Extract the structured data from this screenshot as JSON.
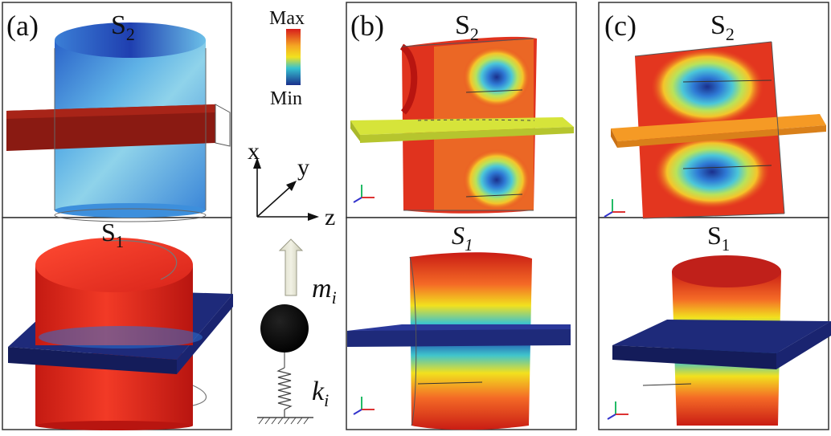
{
  "panels": {
    "a": {
      "label": "(a)",
      "top_title": "S",
      "top_sub": "2",
      "bottom_title": "S",
      "bottom_sub": "1"
    },
    "b": {
      "label": "(b)",
      "top_title": "S",
      "top_sub": "2",
      "bottom_title": "S",
      "bottom_sub": "1"
    },
    "c": {
      "label": "(c)",
      "top_title": "S",
      "top_sub": "2",
      "bottom_title": "S",
      "bottom_sub": "1"
    }
  },
  "colorbar": {
    "max_label": "Max",
    "min_label": "Min"
  },
  "axes": {
    "x": "x",
    "y": "y",
    "z": "z"
  },
  "oscillator": {
    "mass_label": "m",
    "mass_sub": "i",
    "spring_label": "k",
    "spring_sub": "i"
  },
  "colors": {
    "frame": "#333333",
    "low": "#1a2f8c",
    "mid": "#f2e11e",
    "high": "#d9261c",
    "plate_blue": "#1e2a7a",
    "plate_dark_red": "#8a1a12",
    "plate_yellow": "#d6e43a",
    "plate_orange": "#f59a25"
  }
}
